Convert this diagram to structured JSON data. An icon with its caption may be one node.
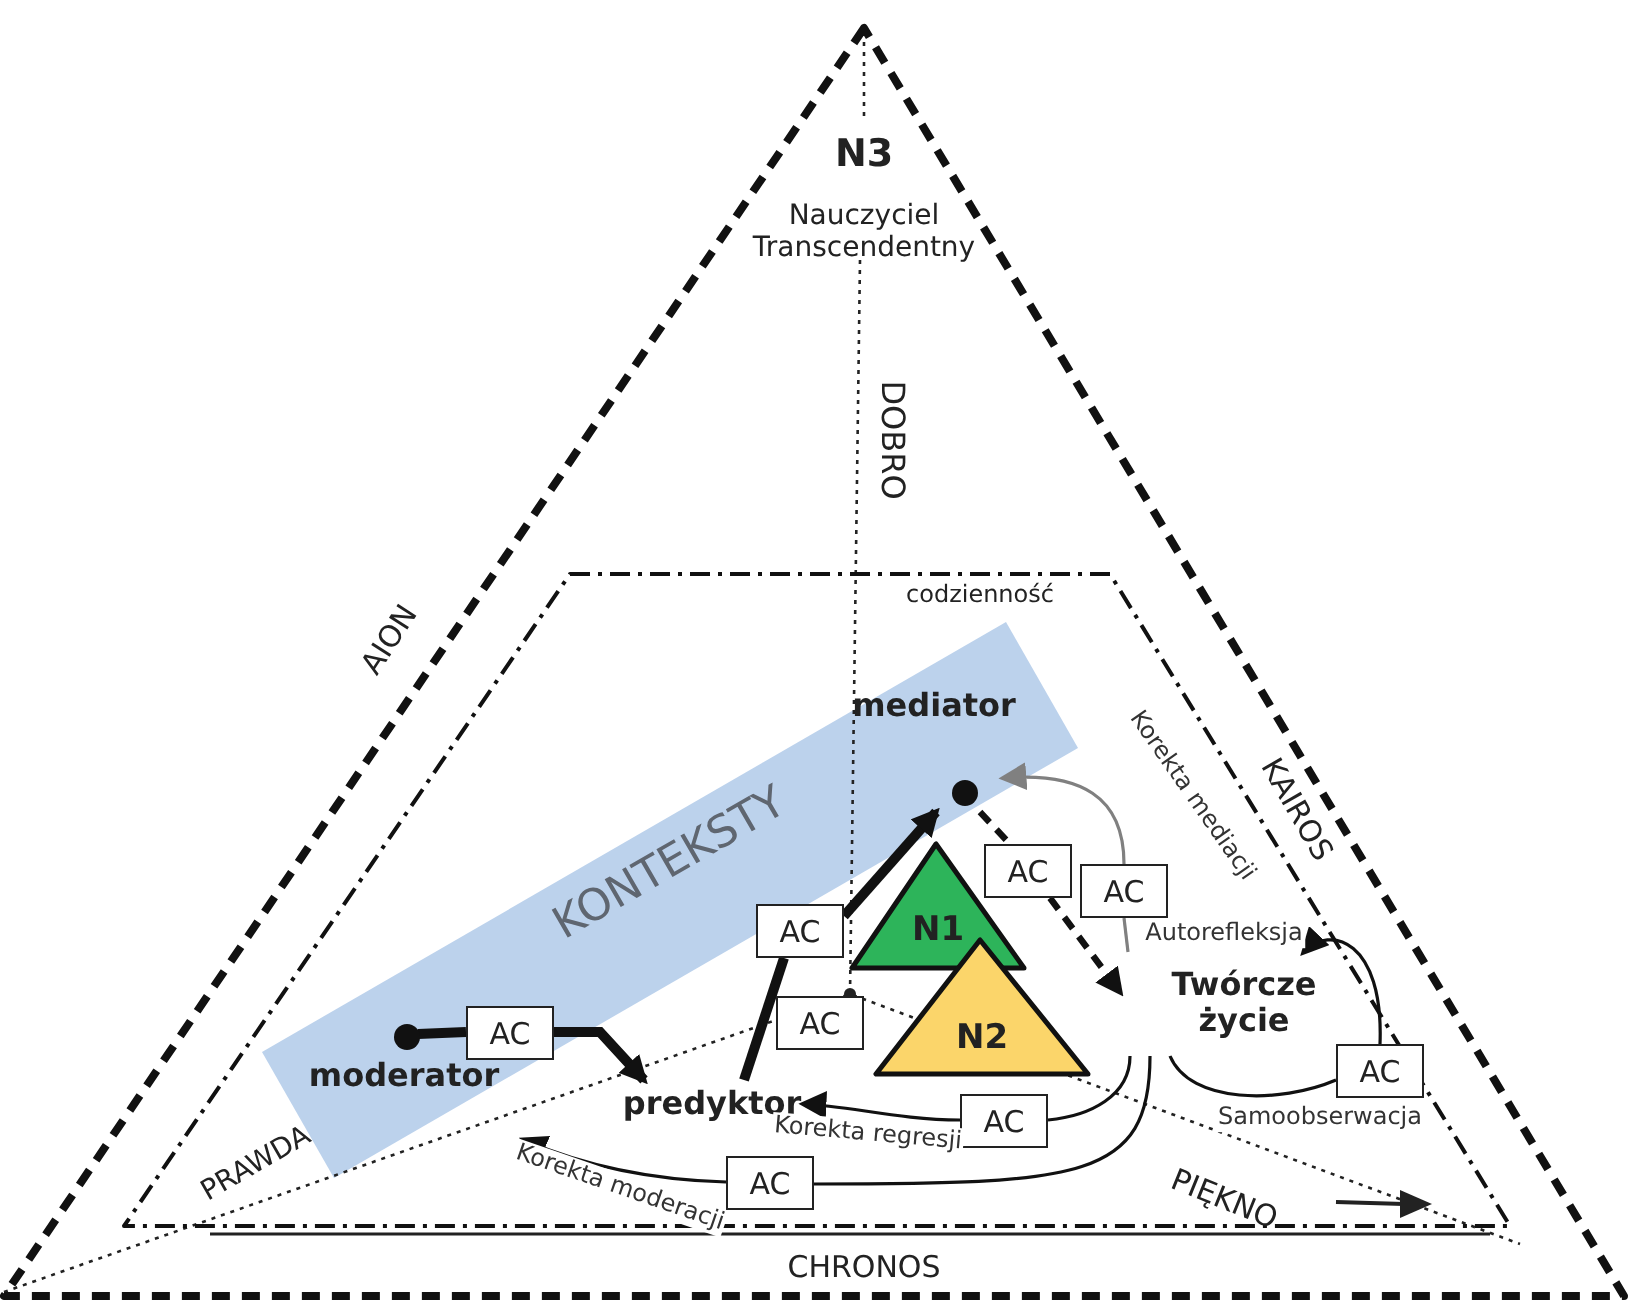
{
  "diagram": {
    "nodes": [
      {
        "text": [
          "N3",
          "Nauczyciel Transcendentny"
        ]
      },
      {
        "text": [
          "codzienność"
        ],
        "in": 0
      },
      {
        "text": [
          "mediator"
        ],
        "in": 1
      },
      {
        "text": [
          "moderator"
        ],
        "in": 1
      },
      {
        "text": [
          "predyktor"
        ],
        "in": 1
      },
      {
        "text": [
          "N1"
        ],
        "in": 1
      },
      {
        "text": [
          "N2"
        ],
        "in": 1
      },
      {
        "text": [
          "Twórcze życie"
        ],
        "in": 1
      },
      {
        "text": [
          "AC"
        ],
        "in": 1
      },
      {
        "text": [
          "AC"
        ],
        "in": 1
      },
      {
        "text": [
          "AC"
        ],
        "in": 1
      },
      {
        "text": [
          "AC"
        ],
        "in": 1
      },
      {
        "text": [
          "AC"
        ],
        "in": 1
      },
      {
        "text": [
          "AC"
        ],
        "in": 1
      },
      {
        "text": [
          "AC"
        ],
        "in": 1
      },
      {
        "text": [
          "AC"
        ],
        "in": 1
      }
    ],
    "edges": [
      {
        "from": 3,
        "to": 8,
        "arrow": "none",
        "style": "thick"
      },
      {
        "from": 8,
        "to": 4,
        "arrow": "to",
        "style": "thick"
      },
      {
        "from": 4,
        "to": 9,
        "arrow": "none",
        "style": "thick"
      },
      {
        "from": 9,
        "to": 2,
        "arrow": "to",
        "style": "thick"
      },
      {
        "from": 2,
        "to": 10,
        "arrow": "none",
        "style": "dashed"
      },
      {
        "from": 10,
        "to": 7,
        "arrow": "to",
        "style": "dashed"
      },
      {
        "from": 7,
        "to": 11,
        "arrow": "none",
        "color": "#808080"
      },
      {
        "from": 11,
        "to": 2,
        "arrow": "to",
        "color": "#808080",
        "label": "Korekta mediacji"
      },
      {
        "from": 15,
        "to": 7,
        "arrow": "to",
        "label": "Autorefleksja"
      },
      {
        "from": 7,
        "to": 15,
        "arrow": "none",
        "label": "Samoobserwacja"
      },
      {
        "from": 7,
        "to": 13,
        "arrow": "none"
      },
      {
        "from": 13,
        "to": 4,
        "arrow": "to",
        "label": "Korekta regresji"
      },
      {
        "from": 7,
        "to": 14,
        "arrow": "none"
      },
      {
        "from": 14,
        "to": null,
        "arrow": "to",
        "label": "Korekta moderacji"
      }
    ],
    "labels": [
      "DOBRO",
      "AION",
      "KONTEKSTY",
      "KAIROS",
      "PRAWDA",
      "PIĘKNO",
      "CHRONOS"
    ]
  }
}
